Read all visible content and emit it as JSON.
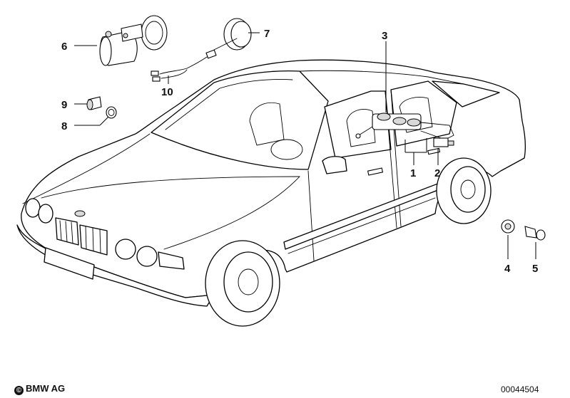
{
  "diagram": {
    "callouts": [
      {
        "id": "1",
        "label": "1"
      },
      {
        "id": "2",
        "label": "2"
      },
      {
        "id": "3",
        "label": "3"
      },
      {
        "id": "4",
        "label": "4"
      },
      {
        "id": "5",
        "label": "5"
      },
      {
        "id": "6",
        "label": "6"
      },
      {
        "id": "7",
        "label": "7"
      },
      {
        "id": "8",
        "label": "8"
      },
      {
        "id": "9",
        "label": "9"
      },
      {
        "id": "10",
        "label": "10"
      }
    ]
  },
  "footer": {
    "copyright_symbol": "©",
    "copyright_text": "BMW AG",
    "document_number": "00044504"
  }
}
